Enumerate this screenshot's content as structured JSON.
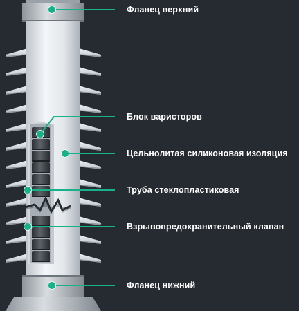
{
  "labels": {
    "top_flange": "Фланец верхний",
    "varistor_block": "Блок варисторов",
    "silicone_insulation": "Цельнолитая силиконовая изоляция",
    "fiberglass_tube": "Труба стеклопластиковая",
    "relief_valve": "Взрывопредохранительный клапан",
    "bottom_flange": "Фланец нижний"
  },
  "colors": {
    "background": "#262b31",
    "accent": "#17b28a",
    "label_text": "#ffffff"
  }
}
